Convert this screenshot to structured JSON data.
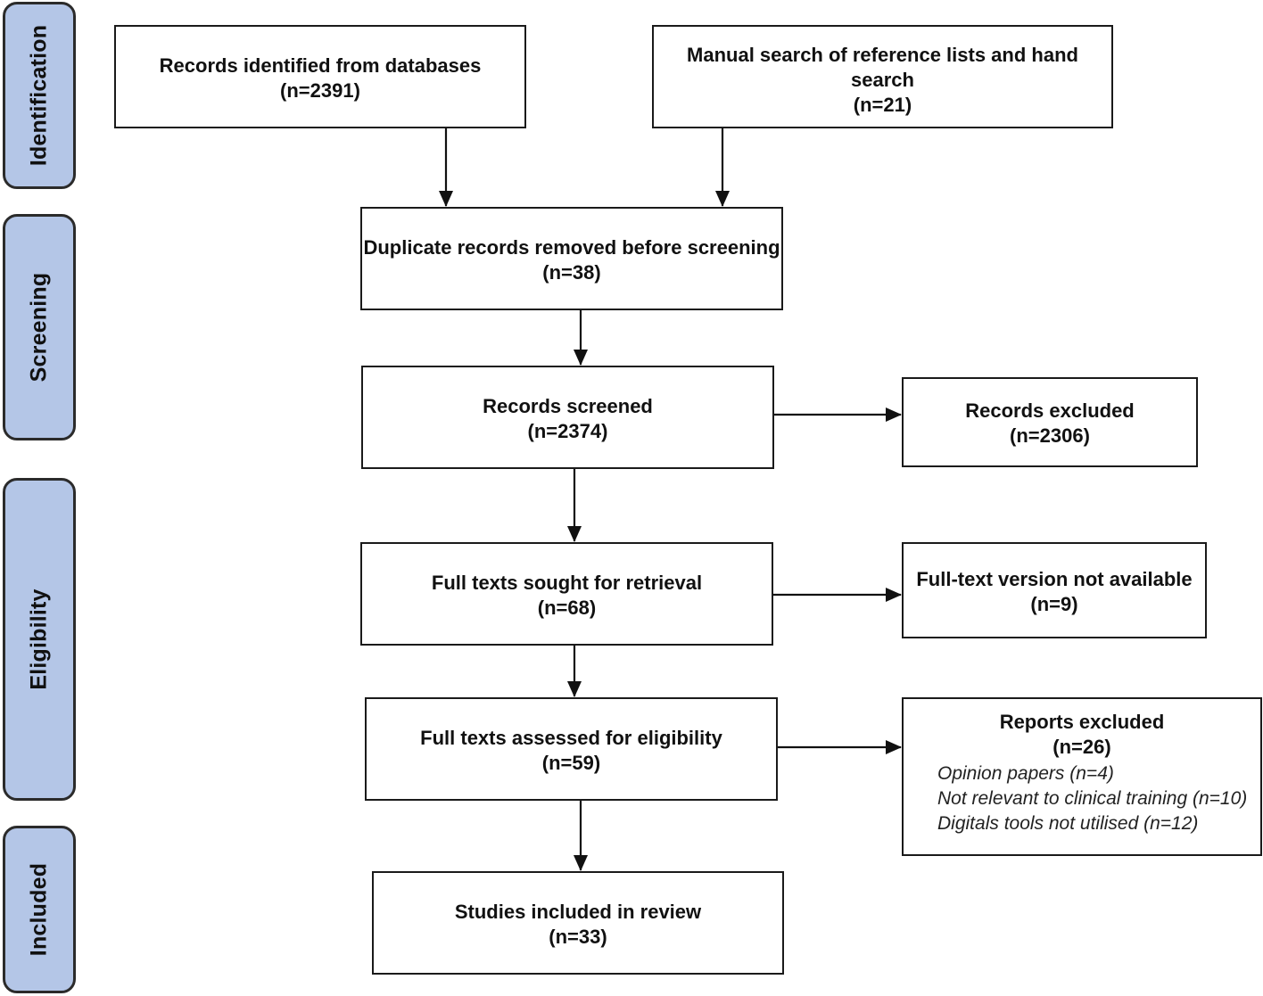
{
  "phases": {
    "identification": "Identification",
    "screening": "Screening",
    "eligibility": "Eligibility",
    "included": "Included"
  },
  "boxes": {
    "databases": {
      "title": "Records identified from databases",
      "count": "(n=2391)"
    },
    "manual": {
      "title": "Manual search of reference lists and hand search",
      "count": "(n=21)"
    },
    "duplicates": {
      "title": "Duplicate records removed before screening",
      "count": "(n=38)"
    },
    "screened": {
      "title": "Records screened",
      "count": "(n=2374)"
    },
    "excluded": {
      "title": "Records excluded",
      "count": "(n=2306)"
    },
    "sought": {
      "title": "Full texts sought for retrieval",
      "count": "(n=68)"
    },
    "not_available": {
      "title": "Full-text version not available",
      "count": "(n=9)"
    },
    "assessed": {
      "title": "Full texts assessed for eligibility",
      "count": "(n=59)"
    },
    "reports_excluded": {
      "title": "Reports excluded",
      "count": "(n=26)",
      "reasons": [
        "Opinion papers (n=4)",
        "Not relevant to clinical training (n=10)",
        "Digitals tools not utilised (n=12)"
      ]
    },
    "included": {
      "title": "Studies included in review",
      "count": "(n=33)"
    }
  }
}
